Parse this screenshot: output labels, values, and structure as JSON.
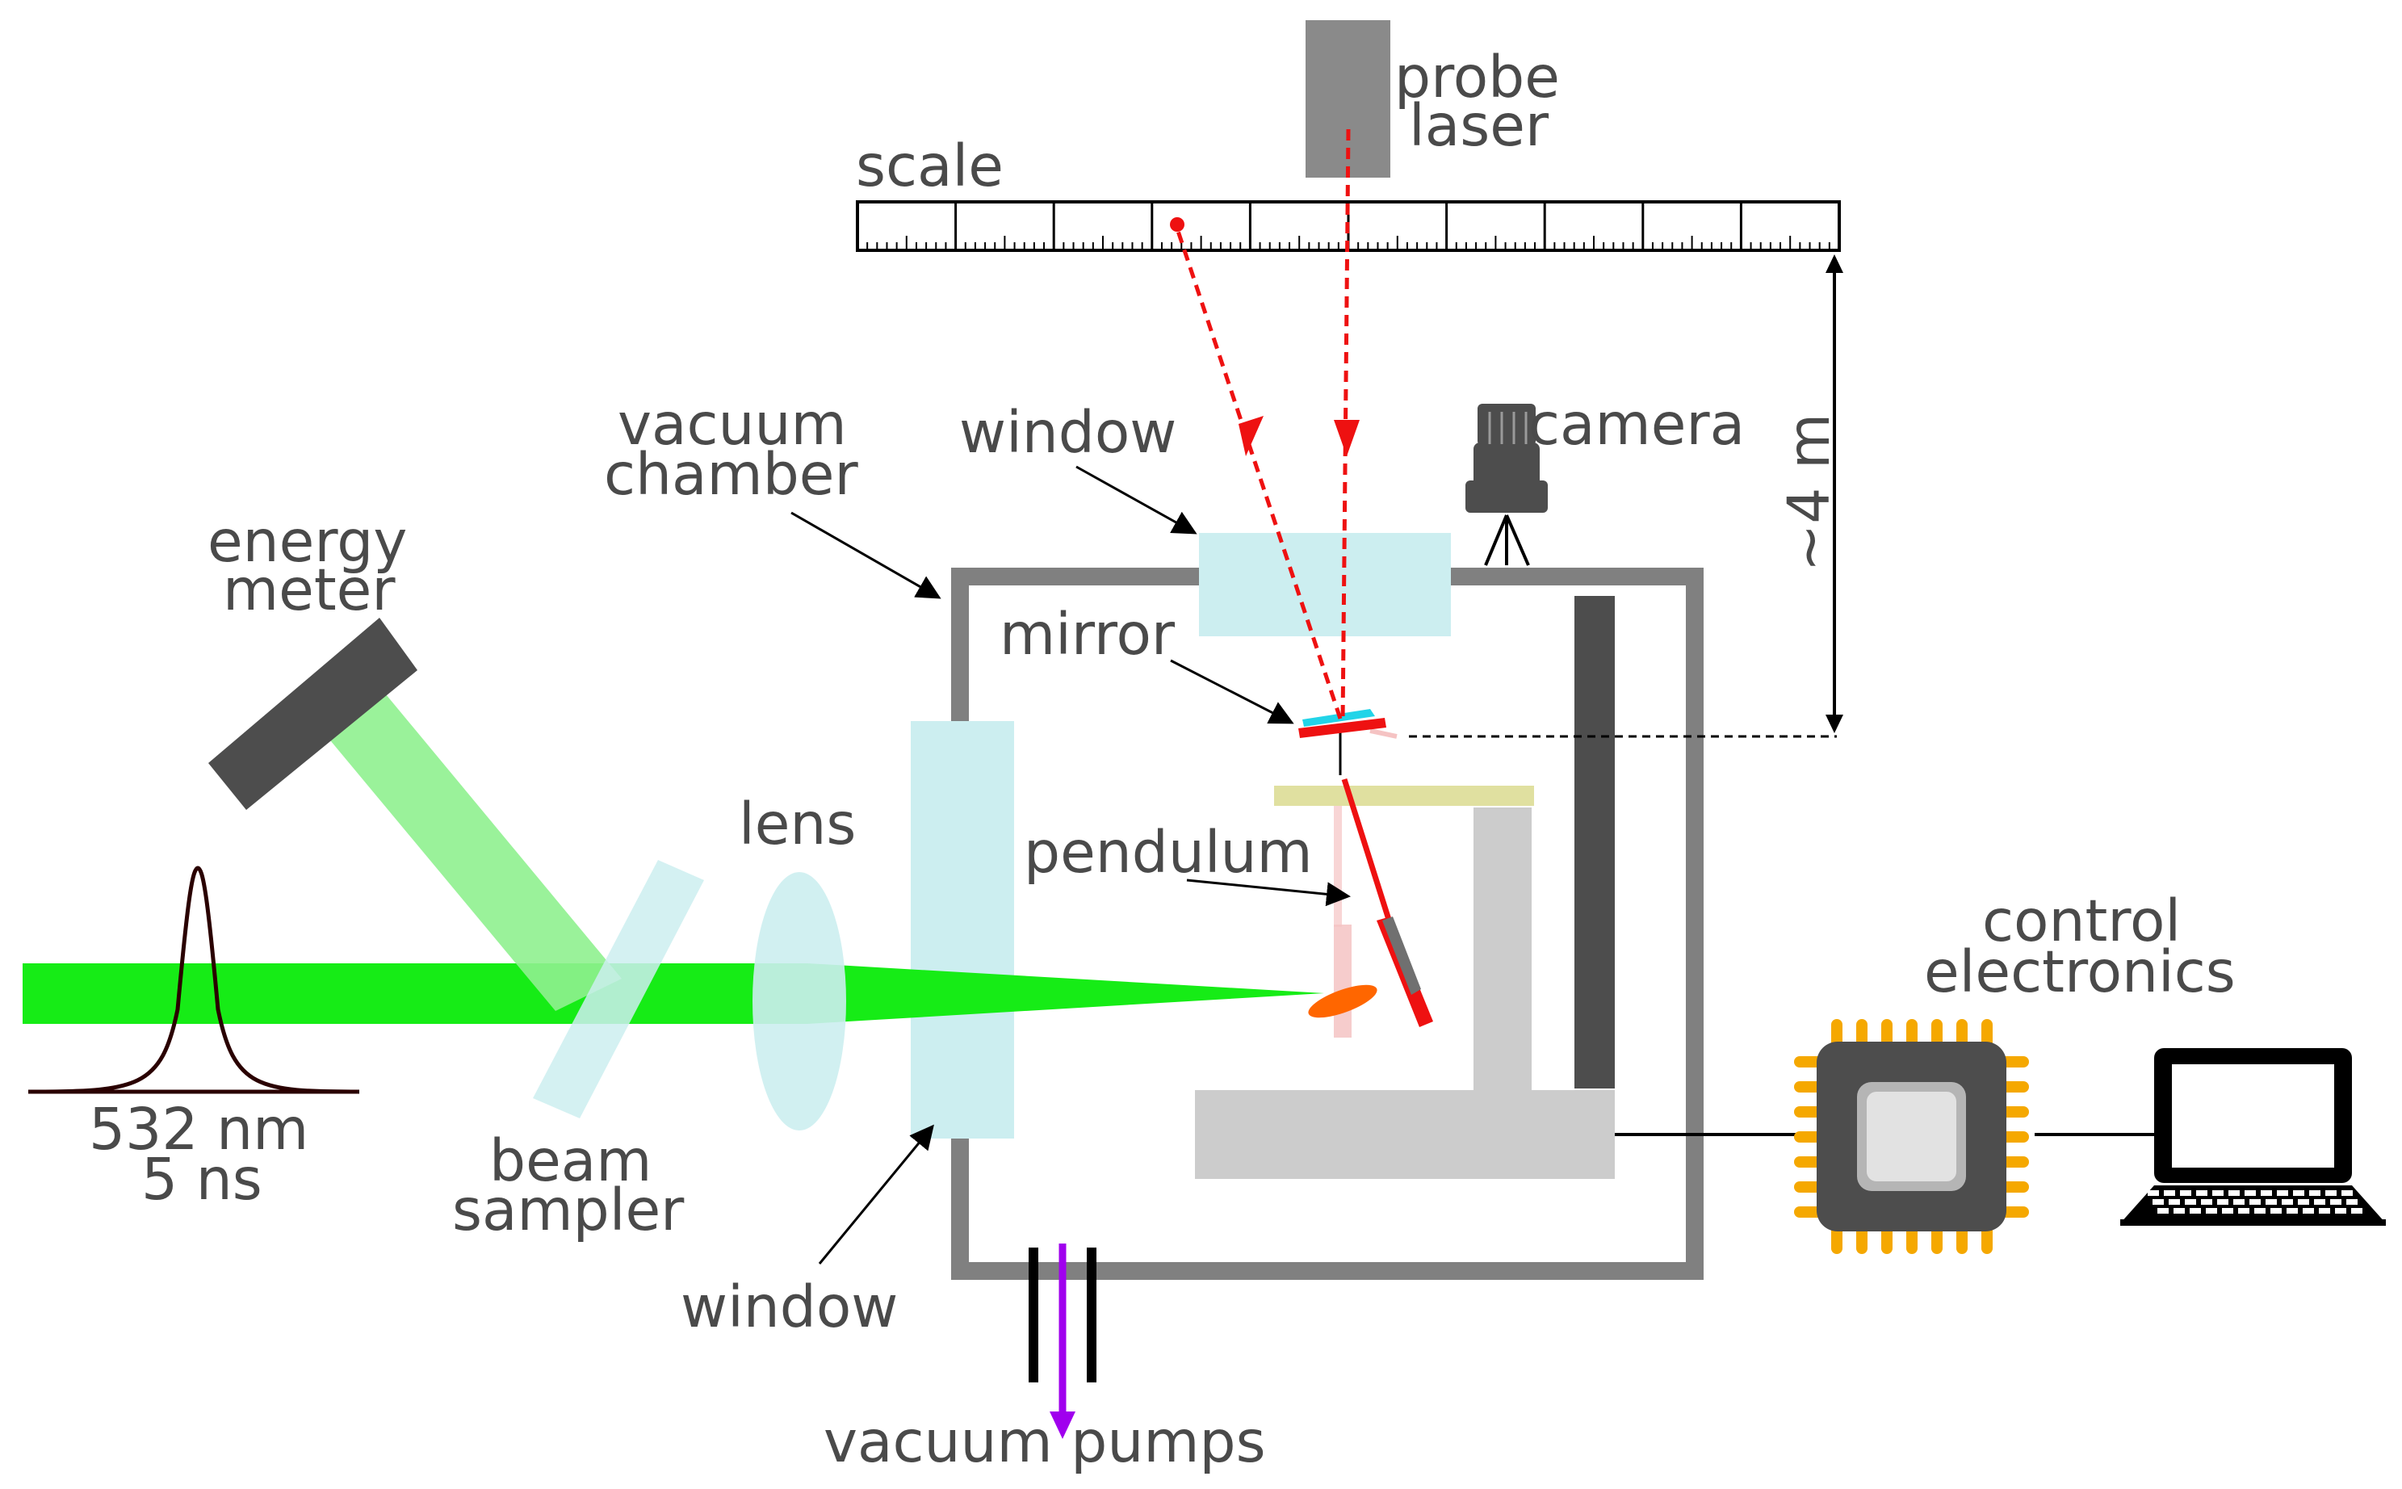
{
  "labels": {
    "probe_laser_1": "probe",
    "probe_laser_2": "laser",
    "scale": "scale",
    "vacuum_chamber_1": "vacuum",
    "vacuum_chamber_2": "chamber",
    "window_top": "window",
    "camera": "camera",
    "distance": "~4 m",
    "energy_meter_1": "energy",
    "energy_meter_2": "meter",
    "mirror": "mirror",
    "lens": "lens",
    "pendulum": "pendulum",
    "control_electronics_1": "control",
    "control_electronics_2": "electronics",
    "wavelength": "532 nm",
    "pulse_duration": "5 ns",
    "beam_sampler_1": "beam",
    "beam_sampler_2": "sampler",
    "window_bottom": "window",
    "vacuum_pumps": "vacuum pumps"
  },
  "colors": {
    "main_beam": "#16ec16",
    "sampled_beam": "#8ff18f",
    "window_glass": "#cceef0",
    "chamber_wall": "#808080",
    "probe_beam": "#ee1111",
    "pump_arrow": "#a000ee",
    "chip_pins": "#f5a800",
    "label_text": "#4a4a4a"
  },
  "icons": [
    "probe-laser-icon",
    "camera-icon",
    "energy-meter-icon",
    "chip-icon",
    "laptop-icon"
  ]
}
